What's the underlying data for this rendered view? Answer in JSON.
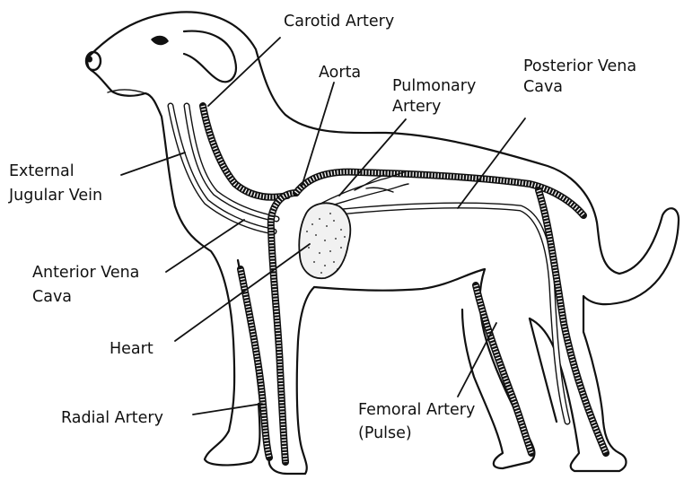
{
  "labels": {
    "carotid_artery": "Carotid Artery",
    "aorta": "Aorta",
    "pulmonary_artery_l1": "Pulmonary",
    "pulmonary_artery_l2": "Artery",
    "posterior_vena_cava_l1": "Posterior Vena",
    "posterior_vena_cava_l2": "Cava",
    "external_jugular_vein_l1": "External",
    "external_jugular_vein_l2": "Jugular Vein",
    "anterior_vena_cava_l1": "Anterior Vena",
    "anterior_vena_cava_l2": "Cava",
    "heart": "Heart",
    "radial_artery": "Radial Artery",
    "femoral_artery_l1": "Femoral Artery",
    "femoral_artery_l2": "(Pulse)"
  },
  "colors": {
    "ink": "#111111",
    "background": "#ffffff"
  }
}
